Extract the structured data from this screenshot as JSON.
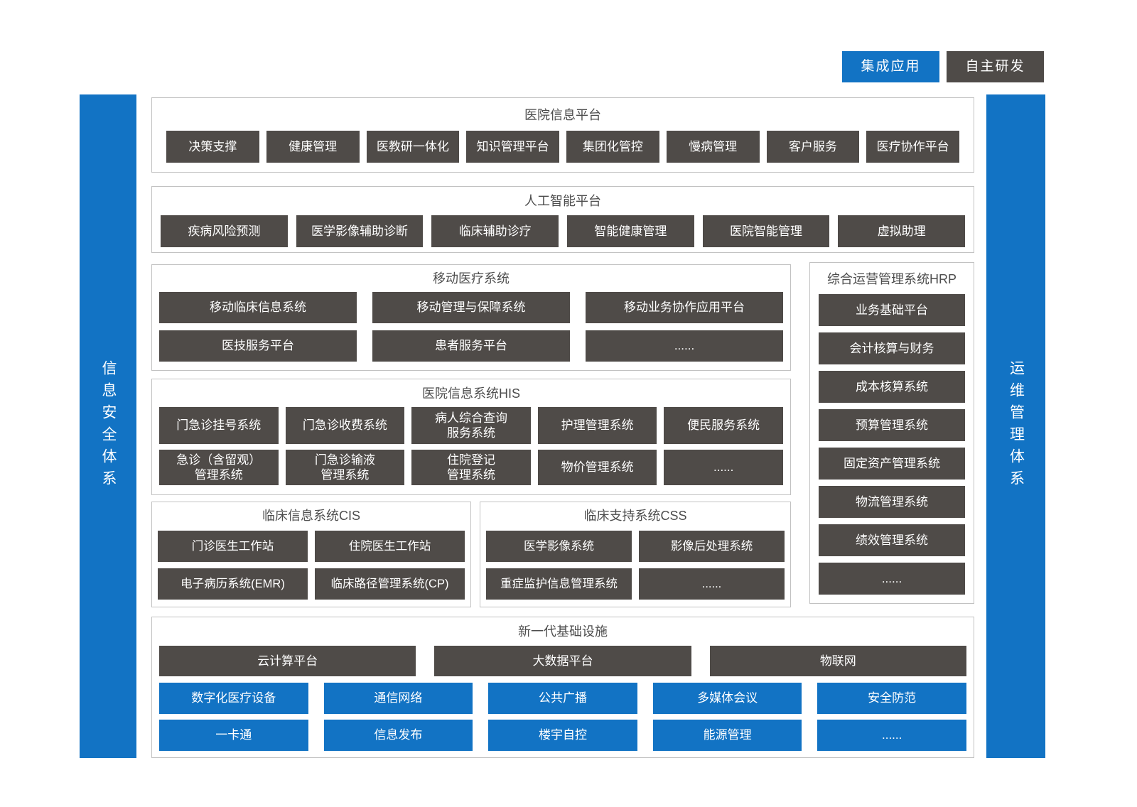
{
  "legend": {
    "integrated_label": "集成应用",
    "self_developed_label": "自主研发"
  },
  "sidebars": {
    "left_label": "信息安全体系",
    "right_label": "运维管理体系"
  },
  "colors": {
    "accent_blue": "#1273C4",
    "box_dark": "#4F4B48",
    "panel_border": "#C2C2C2"
  },
  "sections": {
    "platform": {
      "title": "医院信息平台",
      "items": [
        "决策支撑",
        "健康管理",
        "医教研一体化",
        "知识管理平台",
        "集团化管控",
        "慢病管理",
        "客户服务",
        "医疗协作平台"
      ]
    },
    "ai": {
      "title": "人工智能平台",
      "items": [
        "疾病风险预测",
        "医学影像辅助诊断",
        "临床辅助诊疗",
        "智能健康管理",
        "医院智能管理",
        "虚拟助理"
      ]
    },
    "mobile": {
      "title": "移动医疗系统",
      "row1": [
        "移动临床信息系统",
        "移动管理与保障系统",
        "移动业务协作应用平台"
      ],
      "row2": [
        "医技服务平台",
        "患者服务平台",
        "......"
      ]
    },
    "hrp": {
      "title": "综合运营管理系统HRP",
      "items": [
        "业务基础平台",
        "会计核算与财务",
        "成本核算系统",
        "预算管理系统",
        "固定资产管理系统",
        "物流管理系统",
        "绩效管理系统",
        "......"
      ]
    },
    "his": {
      "title": "医院信息系统HIS",
      "row1": [
        "门急诊挂号系统",
        "门急诊收费系统",
        "病人综合查询\n服务系统",
        "护理管理系统",
        "便民服务系统"
      ],
      "row2": [
        "急诊（含留观）\n管理系统",
        "门急诊输液\n管理系统",
        "住院登记\n管理系统",
        "物价管理系统",
        "......"
      ]
    },
    "cis": {
      "title": "临床信息系统CIS",
      "row1": [
        "门诊医生工作站",
        "住院医生工作站"
      ],
      "row2": [
        "电子病历系统(EMR)",
        "临床路径管理系统(CP)"
      ]
    },
    "css": {
      "title": "临床支持系统CSS",
      "row1": [
        "医学影像系统",
        "影像后处理系统"
      ],
      "row2": [
        "重症监护信息管理系统",
        "......"
      ]
    },
    "infra": {
      "title": "新一代基础设施",
      "dark_row": [
        "云计算平台",
        "大数据平台",
        "物联网"
      ],
      "blue_row1": [
        "数字化医疗设备",
        "通信网络",
        "公共广播",
        "多媒体会议",
        "安全防范"
      ],
      "blue_row2": [
        "一卡通",
        "信息发布",
        "楼宇自控",
        "能源管理",
        "......"
      ]
    }
  }
}
